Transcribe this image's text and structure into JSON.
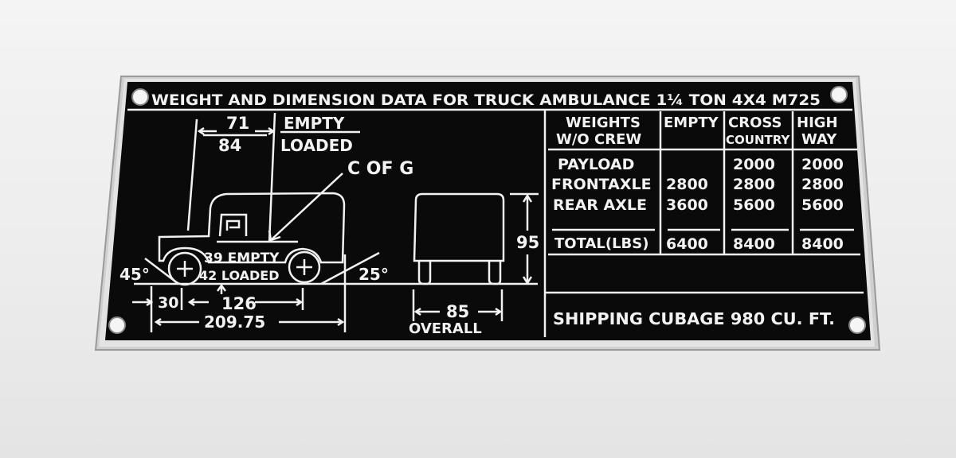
{
  "plate": {
    "title": "WEIGHT AND DIMENSION DATA FOR TRUCK AMBULANCE 1¼ TON 4X4 M725",
    "side_view": {
      "cg_top_upper": "71",
      "cg_top_lower": "84",
      "empty_label": "EMPTY",
      "loaded_label": "LOADED",
      "cg_label": "C OF G",
      "cg_height_empty": "39 EMPTY",
      "cg_height_loaded": "42 LOADED",
      "approach_angle": "45°",
      "departure_angle": "25°",
      "front_overhang": "30",
      "wheelbase": "126",
      "overall_length": "209.75"
    },
    "rear_view": {
      "height": "95",
      "width": "85",
      "width_label": "OVERALL"
    },
    "weights_table": {
      "headers": [
        "WEIGHTS\nW/O CREW",
        "EMPTY",
        "CROSS\nCOUNTRY",
        "HIGH\nWAY"
      ],
      "header_lines": {
        "h0a": "WEIGHTS",
        "h0b": "W/O CREW",
        "h1": "EMPTY",
        "h2a": "CROSS",
        "h2b": "COUNTRY",
        "h3a": "HIGH",
        "h3b": "WAY"
      },
      "rows": [
        {
          "label": "PAYLOAD",
          "empty": "",
          "cross": "2000",
          "high": "2000"
        },
        {
          "label": "FRONTAXLE",
          "empty": "2800",
          "cross": "2800",
          "high": "2800"
        },
        {
          "label": "REAR AXLE",
          "empty": "3600",
          "cross": "5600",
          "high": "5600"
        }
      ],
      "total": {
        "label": "TOTAL(LBS)",
        "empty": "6400",
        "cross": "8400",
        "high": "8400"
      }
    },
    "shipping_cubage": "SHIPPING CUBAGE 980 CU. FT."
  },
  "colors": {
    "plate_black": "#0a0a0a",
    "etched_aluminum": "#f2f2f2",
    "rim_aluminum": "#c9c9c9",
    "background": "#eeeeee"
  }
}
